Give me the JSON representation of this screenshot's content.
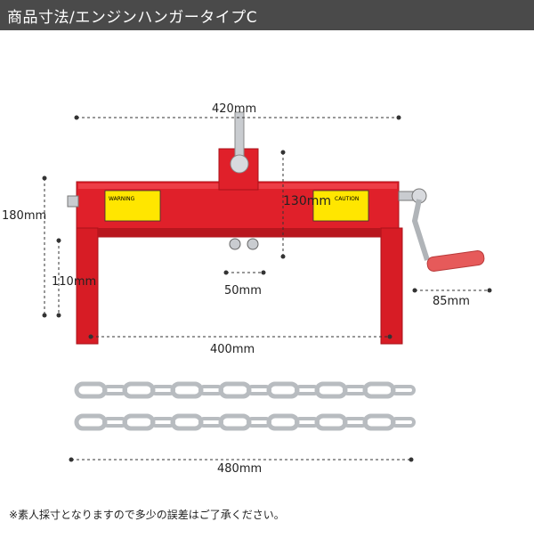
{
  "header": {
    "title": "商品寸法/エンジンハンガータイプC",
    "background": "#4a4a4a"
  },
  "dimensions": {
    "top_width": "420mm",
    "height_total": "180mm",
    "height_leg": "110mm",
    "bracket_height": "130mm",
    "bolt_spacing": "50mm",
    "inner_width": "400mm",
    "handle_length": "85mm",
    "chain_length": "480mm"
  },
  "warning_labels": {
    "left": "WARNING",
    "right": "CAUTION"
  },
  "colors": {
    "frame_red": "#e0202a",
    "handle_grip": "#e65a5a",
    "chain_gray": "#b8bcc0",
    "dimension_line": "#333333"
  },
  "footer": {
    "note": "※素人採寸となりますので多少の誤差はご了承ください。"
  }
}
